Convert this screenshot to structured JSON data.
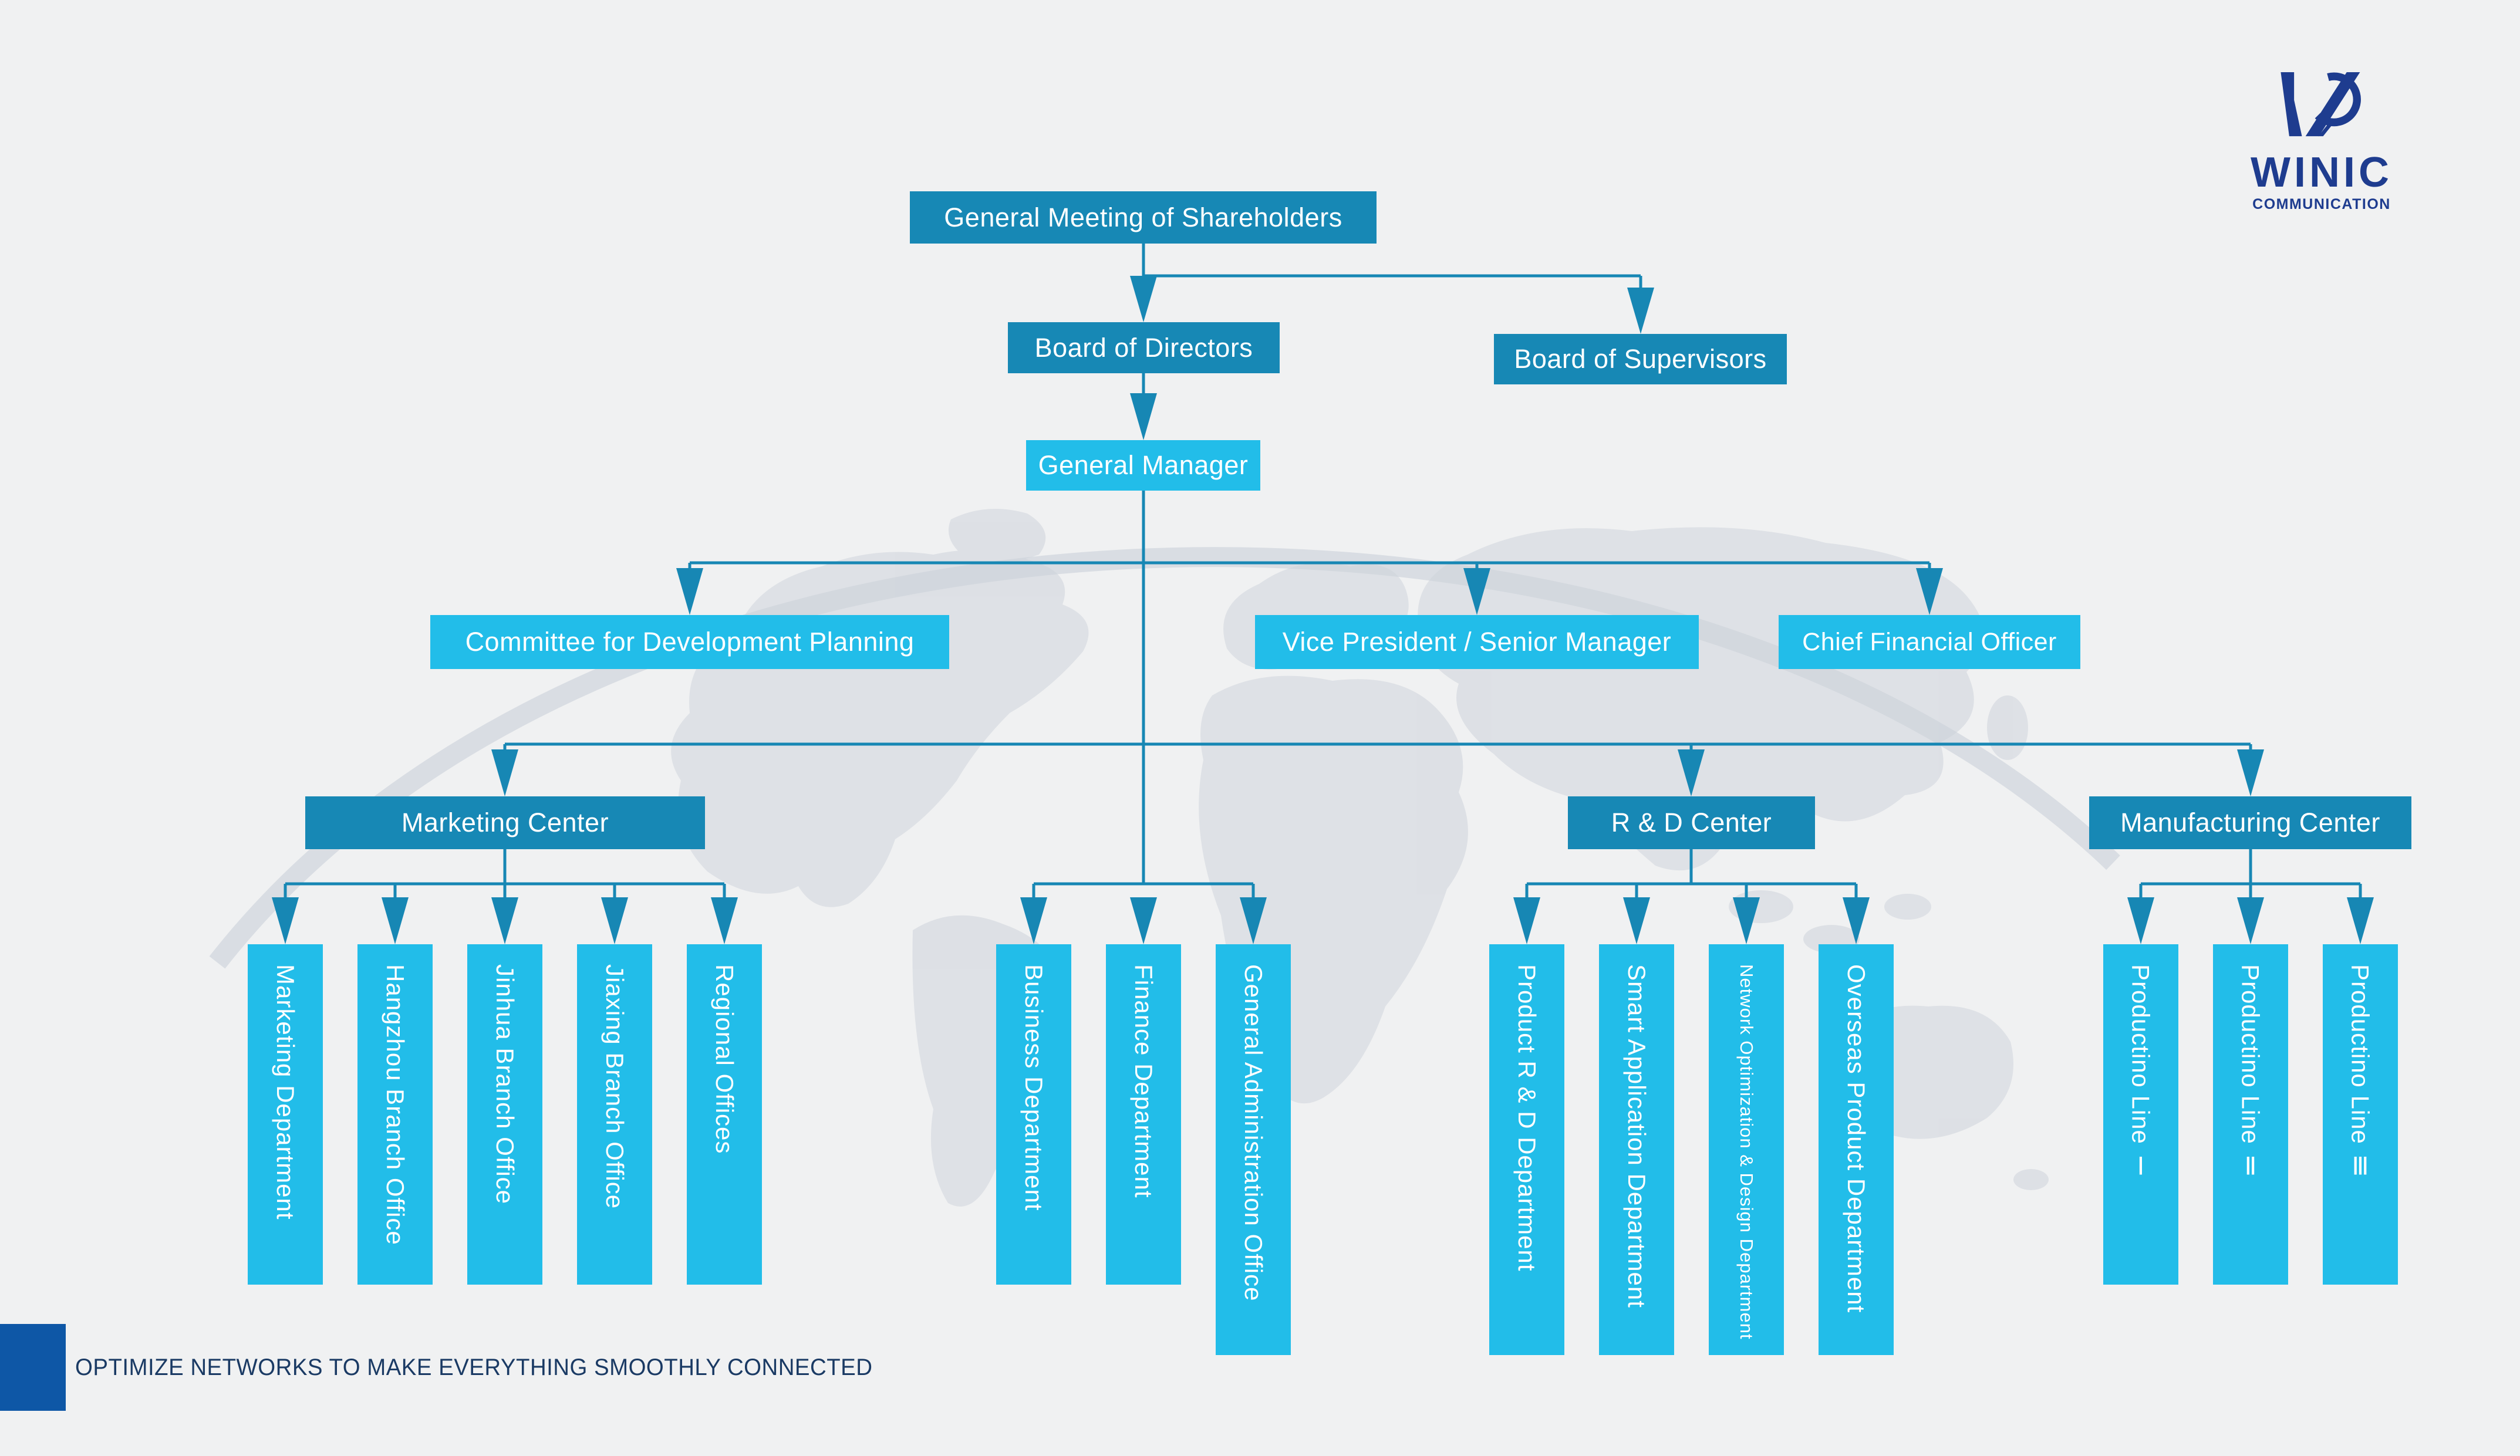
{
  "brand": {
    "logo_text": "WINIC",
    "logo_subtext": "COMMUNICATION"
  },
  "footer": {
    "slogan": "OPTIMIZE NETWORKS TO MAKE EVERYTHING SMOOTHLY CONNECTED"
  },
  "colors": {
    "primary_box": "#1788b5",
    "secondary_box": "#22bde9",
    "connector": "#1787b4",
    "background": "#f0f1f2",
    "map_gray": "#d9dde2",
    "ring_gray": "#ccd2da",
    "logo_navy": "#1e3c8f",
    "slogan_text": "#1a3a64",
    "accent_bar": "#0e57a6"
  },
  "nodes": {
    "gms": "General Meeting of Shareholders",
    "bod": "Board of Directors",
    "bos": "Board of Supervisors",
    "gm": "General Manager",
    "cdp": "Committee for Development Planning",
    "vpsm": "Vice President / Senior Manager",
    "cfo": "Chief Financial Officer",
    "marketing_center": "Marketing Center",
    "rd_center": "R & D Center",
    "mfg_center": "Manufacturing Center",
    "marketing_dept": "Marketing Department",
    "hangzhou": "Hangzhou Branch Office",
    "jinhua": "Jinhua Branch Office",
    "jiaxing": "Jiaxing Branch Office",
    "regional": "Regional Offices",
    "business": "Business Department",
    "finance": "Finance Department",
    "gao": "General Administration Office",
    "product_rd": "Product R & D Department",
    "smart_app": "Smart Application Department",
    "network_opt": "Network Optimization & Design Department",
    "overseas": "Overseas Product Department",
    "line1": "Productino Line Ⅰ",
    "line2": "Productino Line Ⅱ",
    "line3": "Productino Line Ⅲ"
  },
  "hierarchy": {
    "General Meeting of Shareholders": [
      "Board of Directors",
      "Board of Supervisors"
    ],
    "Board of Directors": [
      "General Manager"
    ],
    "General Manager": [
      "Committee for Development Planning",
      "Vice President / Senior Manager",
      "Chief Financial Officer",
      "Marketing Center",
      "R & D Center",
      "Manufacturing Center",
      "Business Department",
      "Finance Department",
      "General Administration Office"
    ],
    "Marketing Center": [
      "Marketing Department",
      "Hangzhou Branch Office",
      "Jinhua Branch Office",
      "Jiaxing Branch Office",
      "Regional Offices"
    ],
    "R & D Center": [
      "Product R & D Department",
      "Smart Application Department",
      "Network Optimization & Design Department",
      "Overseas Product Department"
    ],
    "Manufacturing Center": [
      "Productino Line Ⅰ",
      "Productino Line Ⅱ",
      "Productino Line Ⅲ"
    ]
  }
}
